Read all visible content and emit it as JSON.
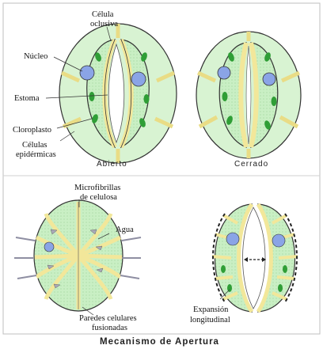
{
  "labels": {
    "celula_oclusiva_1": "Célula",
    "celula_oclusiva_2": "oclusiva",
    "nucleo": "Núcleo",
    "estoma": "Estoma",
    "cloroplasto": "Cloroplasto",
    "celulas_epidermicas_1": "Células",
    "celulas_epidermicas_2": "epidérmicas",
    "abierto": "Abierto",
    "cerrado": "Cerrado",
    "microfibrillas_1": "Microfibrillas",
    "microfibrillas_2": "de celulosa",
    "agua": "Agua",
    "paredes_1": "Paredes celulares",
    "paredes_2": "fusionadas",
    "expansion_1": "Expansión",
    "expansion_2": "longitudinal",
    "mecanismo": "Mecanismo de Apertura"
  },
  "colors": {
    "cell_fill": "#c9efc4",
    "cell_outline": "#333333",
    "wall_yellow": "#f2e79a",
    "chloroplast": "#2f9e36",
    "nucleus": "#8aa4e6",
    "water": "#a9a9b8"
  }
}
